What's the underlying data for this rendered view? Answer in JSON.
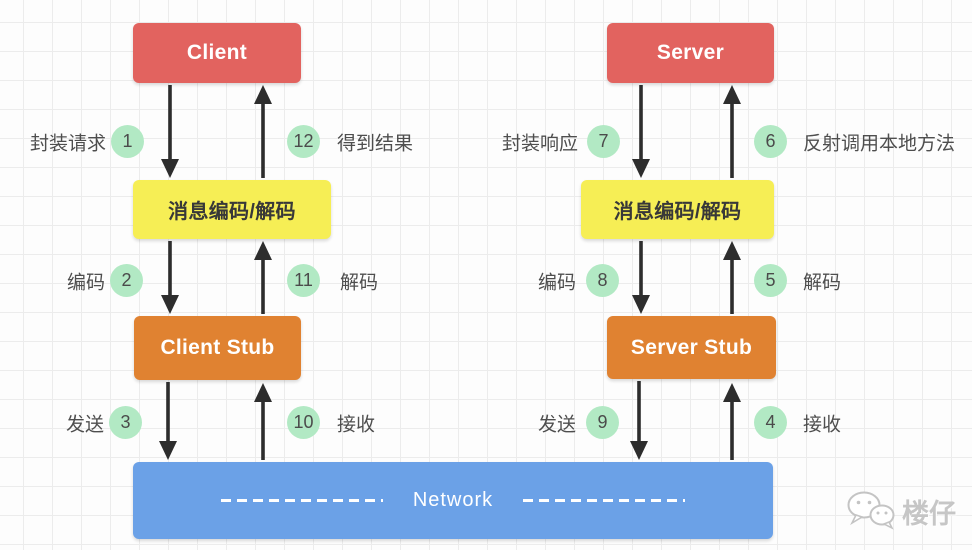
{
  "diagram": {
    "title_semantics": "RPC call flow diagram",
    "client_column": {
      "app_box": "Client",
      "codec_box": "消息编码/解码",
      "stub_box": "Client Stub"
    },
    "server_column": {
      "app_box": "Server",
      "codec_box": "消息编码/解码",
      "stub_box": "Server Stub"
    },
    "network_box": "Network",
    "steps": [
      {
        "num": "1",
        "label": "封装请求"
      },
      {
        "num": "2",
        "label": "编码"
      },
      {
        "num": "3",
        "label": "发送"
      },
      {
        "num": "4",
        "label": "接收"
      },
      {
        "num": "5",
        "label": "解码"
      },
      {
        "num": "6",
        "label": "反射调用本地方法"
      },
      {
        "num": "7",
        "label": "封装响应"
      },
      {
        "num": "8",
        "label": "编码"
      },
      {
        "num": "9",
        "label": "发送"
      },
      {
        "num": "10",
        "label": "接收"
      },
      {
        "num": "11",
        "label": "解码"
      },
      {
        "num": "12",
        "label": "得到结果"
      }
    ],
    "watermark": "楼仔",
    "colors": {
      "endpoint_box": "#e2635f",
      "codec_box": "#f6ee55",
      "stub_box": "#e08231",
      "network_box": "#6ba1e7",
      "step_circle": "#b2e9c4",
      "arrow": "#2d2d2d",
      "label_text": "#4e4e4e"
    }
  }
}
